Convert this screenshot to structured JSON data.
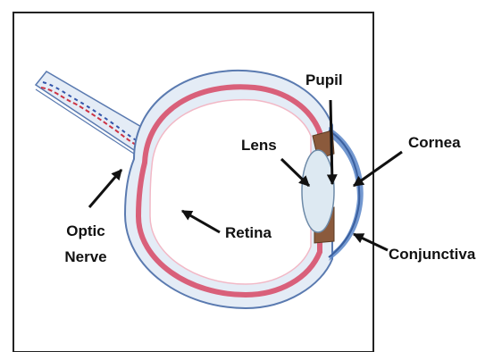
{
  "labels": {
    "optic_nerve_line1": "Optic",
    "optic_nerve_line2": "Nerve",
    "retina": "Retina",
    "lens": "Lens",
    "pupil": "Pupil",
    "cornea": "Cornea",
    "conjunctiva": "Conjunctiva"
  },
  "colors": {
    "frame": "#222222",
    "sclera": "#e4ecf6",
    "sclera_outline": "#5a7ab0",
    "choroid_red": "#d9607a",
    "retina_band": "#f2b8c6",
    "lens": "#dde9f2",
    "iris": "#8b5a3c",
    "cornea": "#5a86c8",
    "nerve_stripe_red": "#cc3344",
    "nerve_stripe_blue": "#3355aa",
    "arrow": "#111111"
  }
}
